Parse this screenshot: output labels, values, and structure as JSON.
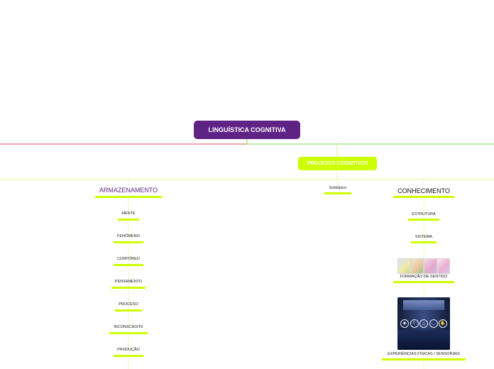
{
  "root": {
    "label": "LINGUÍSTICA COGNITIVA"
  },
  "main_topic": {
    "label": "PROCESOS COGNITIVOS"
  },
  "branches": {
    "armazenamento": {
      "label": "ARMAZENAMENTO",
      "items": [
        "MENTE",
        "FENÔMENO",
        "CORPÓREO",
        "PENSAMENTO",
        "PROCESO",
        "INCONSCIENTE",
        "PRODUÇÃO"
      ]
    },
    "subtopico": {
      "label": "Subtópico"
    },
    "conhecimento": {
      "label": "CONHECIMENTO",
      "items": [
        "ESTRUTURA",
        "SISTEMA",
        "FORMAÇÃO DE SENTIDO",
        "EXPERIÊNCIAS FÍSICAS / SENSORIAIS"
      ]
    }
  },
  "colors": {
    "root_bg": "#5f2385",
    "accent": "#ccff00",
    "left_connector": "#d9534f",
    "right_connector": "#7ed957",
    "heading_purple": "#5f2385"
  },
  "icons": [
    "eye-icon",
    "ear-icon",
    "nose-icon",
    "mouth-icon",
    "hand-icon"
  ]
}
